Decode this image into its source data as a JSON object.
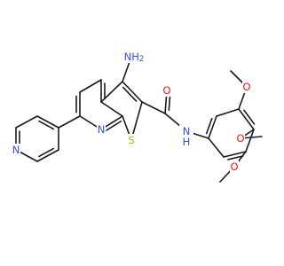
{
  "molecule": {
    "atoms": {
      "amino": "NH",
      "amino_sub": "2",
      "pyridine_n": "N",
      "ring_n": "N",
      "sulfur": "S",
      "carbonyl_o": "O",
      "amide_n": "N",
      "amide_h": "H",
      "methoxy_o_top": "O",
      "methoxy_o_mid": "O",
      "methoxy_o_bottom": "O"
    },
    "colors": {
      "nitrogen": "#3050F8",
      "oxygen": "#E8150C",
      "sulfur": "#C8A800",
      "bond": "#1a1a1a"
    }
  }
}
